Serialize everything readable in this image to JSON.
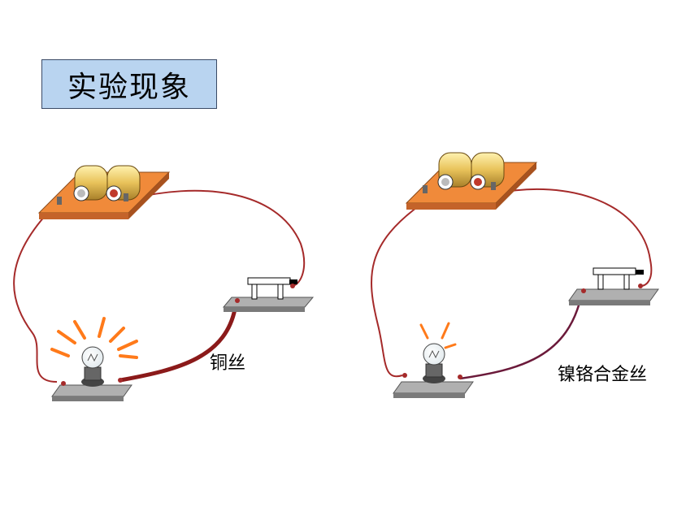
{
  "title": "实验现象",
  "circuits": [
    {
      "wire_label": "铜丝",
      "bulb_state": "bright"
    },
    {
      "wire_label": "镍铬合金丝",
      "bulb_state": "dim"
    }
  ],
  "colors": {
    "battery_board": "#f08a3a",
    "battery_cell": "#e8c25a",
    "base_plate": "#9a9a9a",
    "wire": "#a52a2a",
    "copper_wire": "#8b1a1a",
    "nichrome_wire": "#6b1a3a",
    "glow": "#ff7a1a",
    "title_bg": "#b9d4f0"
  },
  "icons": [
    "battery-holder-icon",
    "bulb-icon",
    "wire-clamp-icon"
  ]
}
